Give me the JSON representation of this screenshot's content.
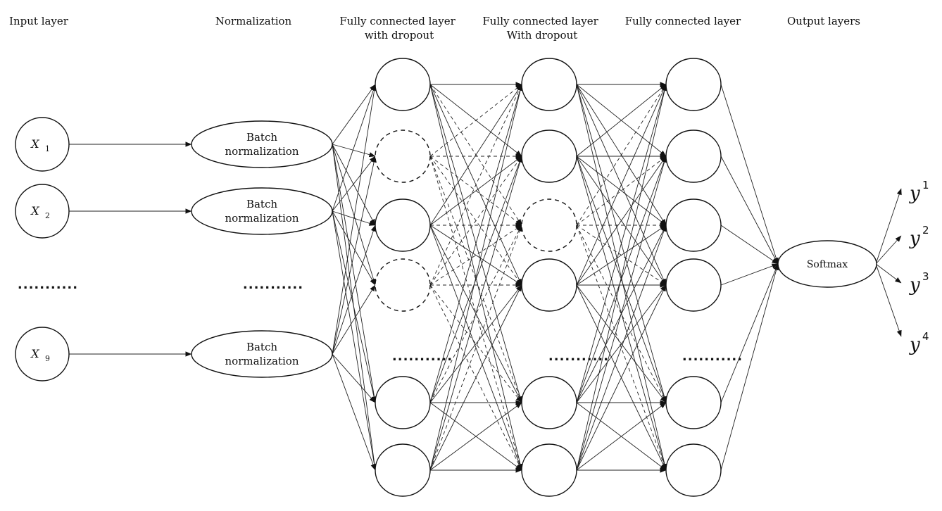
{
  "headers": {
    "input": [
      "Input layer"
    ],
    "normalization": [
      "Normalization"
    ],
    "fc1": [
      "Fully connected layer",
      "with dropout"
    ],
    "fc2": [
      "Fully connected layer",
      "With dropout"
    ],
    "fc3": [
      "Fully connected layer"
    ],
    "output": [
      "Output layers"
    ]
  },
  "inputs": [
    {
      "base": "X",
      "sub": "1"
    },
    {
      "base": "X",
      "sub": "2"
    },
    {
      "base": "X",
      "sub": "9"
    }
  ],
  "batch_norm_label": [
    "Batch",
    "normalization"
  ],
  "softmax_label": "Softmax",
  "outputs": [
    {
      "base": "y",
      "sup": "1"
    },
    {
      "base": "y",
      "sup": "2"
    },
    {
      "base": "y",
      "sup": "3"
    },
    {
      "base": "y",
      "sup": "4"
    }
  ],
  "ellipsis": "...........",
  "layers": {
    "fc1_dropped": [
      false,
      true,
      false,
      true,
      false,
      false
    ],
    "fc2_dropped": [
      false,
      false,
      true,
      false,
      false,
      false
    ],
    "fc3_dropped": [
      false,
      false,
      false,
      false,
      false,
      false
    ]
  }
}
